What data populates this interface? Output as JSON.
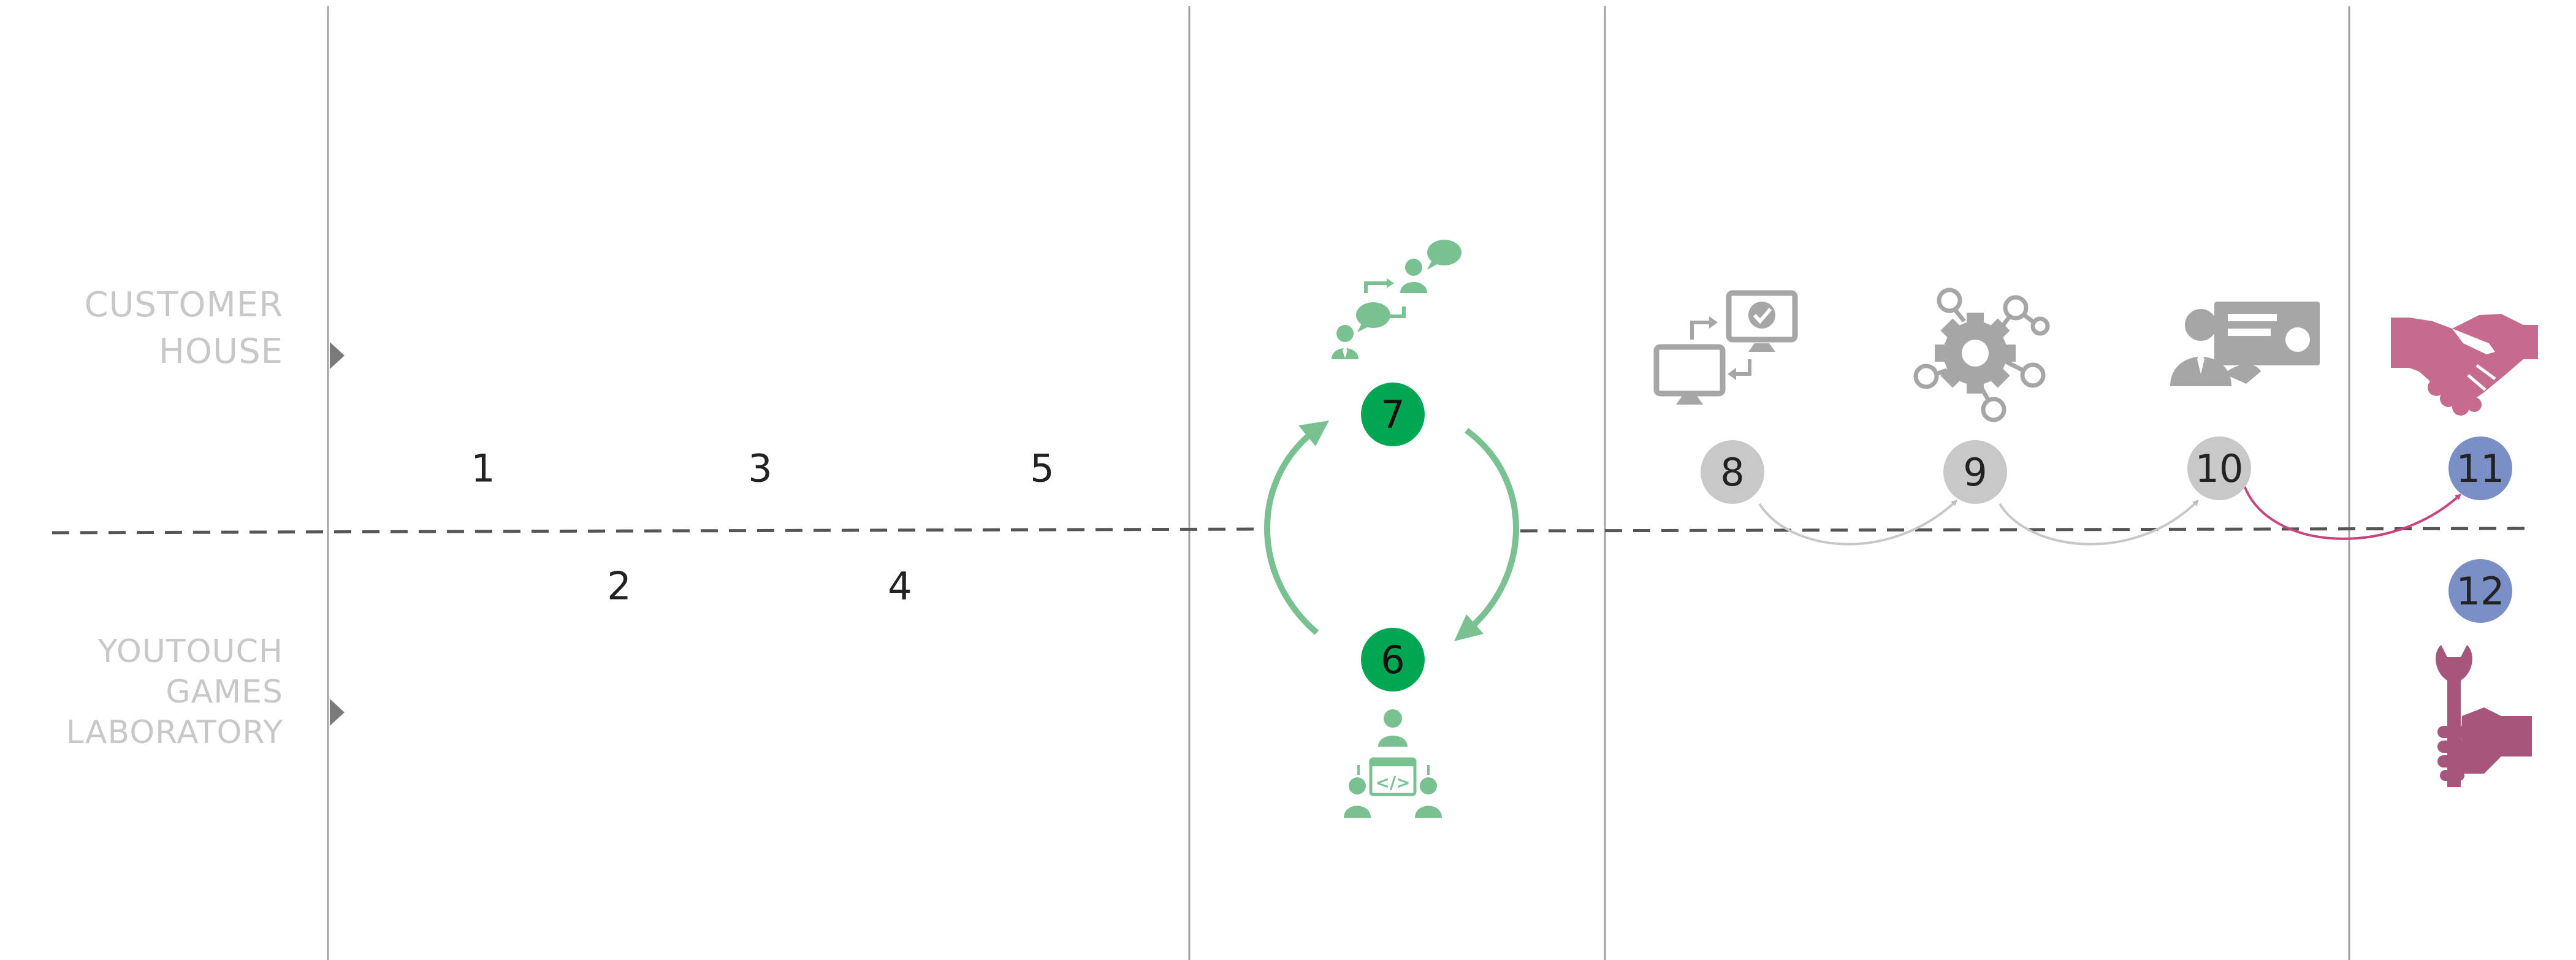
{
  "lanes": {
    "customer": [
      "CUSTOMER",
      "HOUSE"
    ],
    "laboratory": [
      "YOUTOUCH",
      "GAMES",
      "LABORATORY"
    ]
  },
  "steps": {
    "s1": "1",
    "s2": "2",
    "s3": "3",
    "s4": "4",
    "s5": "5",
    "s6": "6",
    "s7": "7",
    "s8": "8",
    "s9": "9",
    "s10": "10",
    "s11": "11",
    "s12": "12"
  },
  "colors": {
    "green": "#00a651",
    "light_green": "#7ac191",
    "grey_circle": "#c8c8c8",
    "grey_icon": "#a6a6a6",
    "blue_circle": "#7a8fc6",
    "pink": "#c76b8e",
    "wrench": "#a5567a",
    "divider": "#a0a0a0",
    "dashed": "#555555"
  },
  "icons": {
    "i7": "chat-people-icon",
    "i6": "code-team-icon",
    "i8": "computer-transfer-icon",
    "i9": "gear-network-icon",
    "i10": "certificate-person-icon",
    "i11": "handshake-icon",
    "i12": "wrench-hand-icon"
  }
}
